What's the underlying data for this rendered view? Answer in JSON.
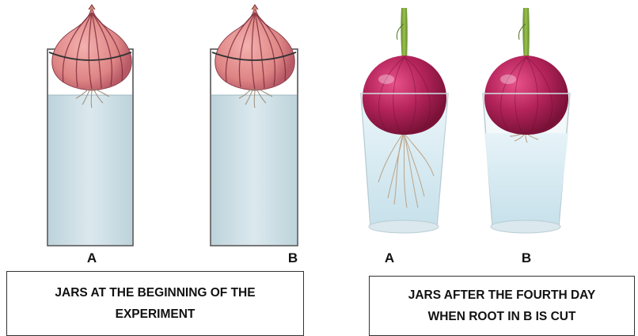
{
  "left_panel": {
    "jar_a_label": "A",
    "jar_b_label": "B",
    "caption_line1": "JARS AT THE BEGINNING OF THE",
    "caption_line2": "EXPERIMENT"
  },
  "right_panel": {
    "jar_a_label": "A",
    "jar_b_label": "B",
    "caption_line1": "JARS AFTER THE FOURTH DAY",
    "caption_line2": "WHEN ROOT IN B IS CUT"
  },
  "colors": {
    "water": "#cfe1e8",
    "onion_pink": "#e08a8a",
    "onion_red": "#a3204a",
    "stem_green": "#7aa23a"
  }
}
